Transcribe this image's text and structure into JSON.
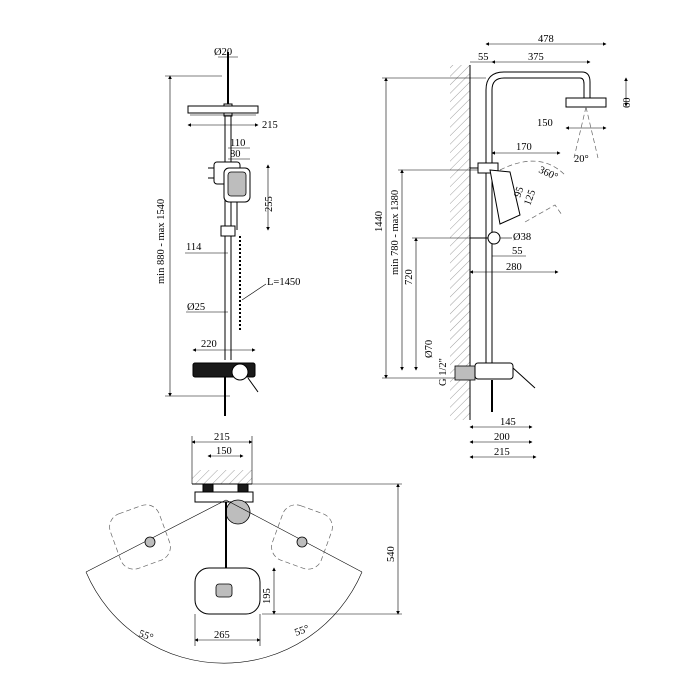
{
  "front_view": {
    "pipe_diameter": "Ø20",
    "head_width": "215",
    "handset_offset": "110",
    "handset_width": "80",
    "handset_length": "255",
    "holder_offset": "114",
    "rail_diameter": "Ø25",
    "hose_length": "L=1450",
    "mixer_width": "220",
    "height_range": "min 880 - max 1540"
  },
  "side_view": {
    "overall_reach": "478",
    "wall_offset": "55",
    "arm_length": "375",
    "head_height": "60",
    "head_diameter": "150",
    "head_angle": "20°",
    "handset_holder": "170",
    "handset_rotation": "360°",
    "handset_width": "95",
    "handset_length": "125",
    "holder_diameter": "Ø38",
    "holder_depth": "55",
    "holder_reach": "280",
    "total_height": "1440",
    "adjustable_height": "min 780 - max 1380",
    "mixer_height": "720",
    "flange_diameter": "Ø70",
    "thread": "G 1/2\"",
    "spout_reach": "145",
    "body_depth": "200",
    "total_depth": "215"
  },
  "top_view": {
    "overall_width": "215",
    "connection_spacing": "150",
    "total_depth": "540",
    "head_depth": "195",
    "head_width": "265",
    "angle_left": "55°",
    "angle_right": "55°"
  }
}
